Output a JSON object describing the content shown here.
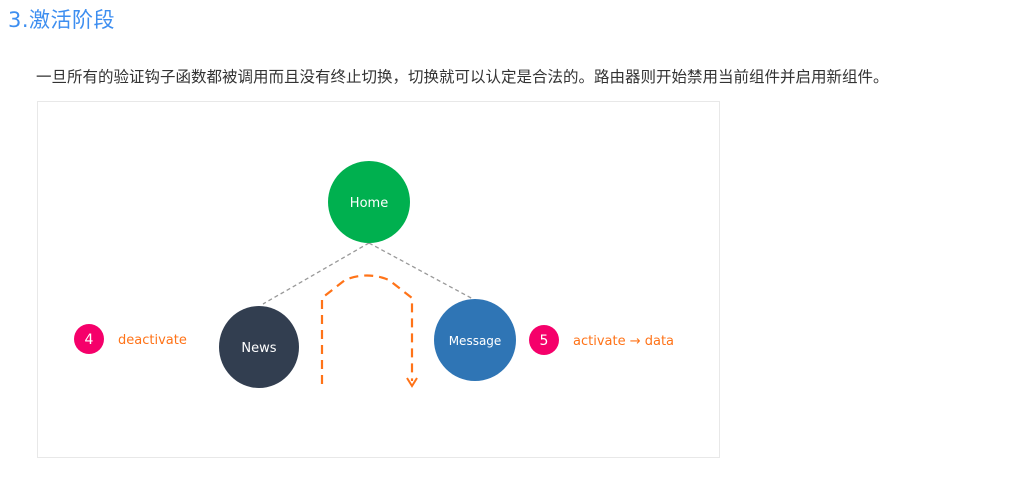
{
  "section": {
    "title": "3.激活阶段",
    "paragraph": "一旦所有的验证钩子函数都被调用而且没有终止切换，切换就可以认定是合法的。路由器则开始禁用当前组件并启用新组件。"
  },
  "diagram": {
    "nodes": {
      "home": {
        "label": "Home",
        "color": "#00b04f"
      },
      "news": {
        "label": "News",
        "color": "#323e50"
      },
      "message": {
        "label": "Message",
        "color": "#2f75b5"
      }
    },
    "steps": [
      {
        "number": "4",
        "label": "deactivate"
      },
      {
        "number": "5",
        "label": "activate → data"
      }
    ],
    "badge_color": "#f5006a",
    "accent_color": "#ff7318"
  }
}
